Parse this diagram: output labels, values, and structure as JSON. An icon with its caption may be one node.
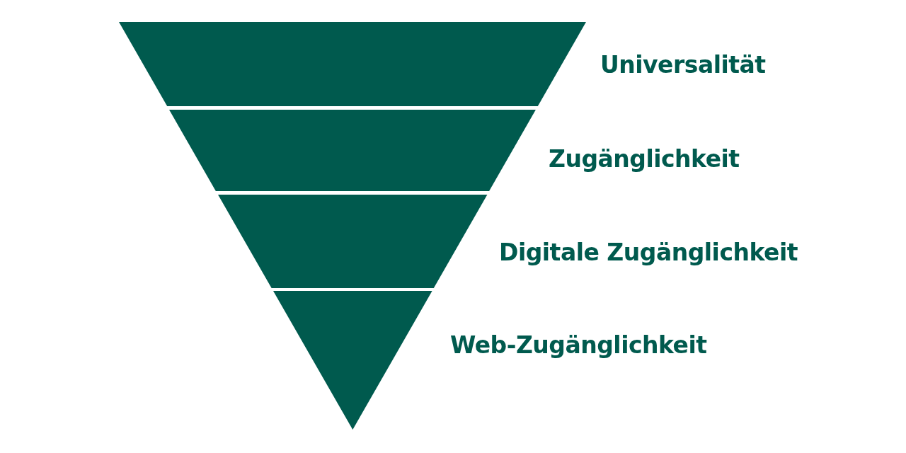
{
  "diagram": {
    "nodes": [
      {
        "text": [],
        "shape": "trapezoid",
        "beside": [
          "Universalität"
        ]
      },
      {
        "text": [],
        "shape": "trapezoid",
        "beside": [
          "Zugänglichkeit"
        ]
      },
      {
        "text": [],
        "shape": "trapezoid",
        "beside": [
          "Digitale Zugänglichkeit"
        ]
      },
      {
        "text": [],
        "shape": "triangle",
        "beside": [
          "Web-Zugänglichkeit"
        ]
      }
    ]
  }
}
